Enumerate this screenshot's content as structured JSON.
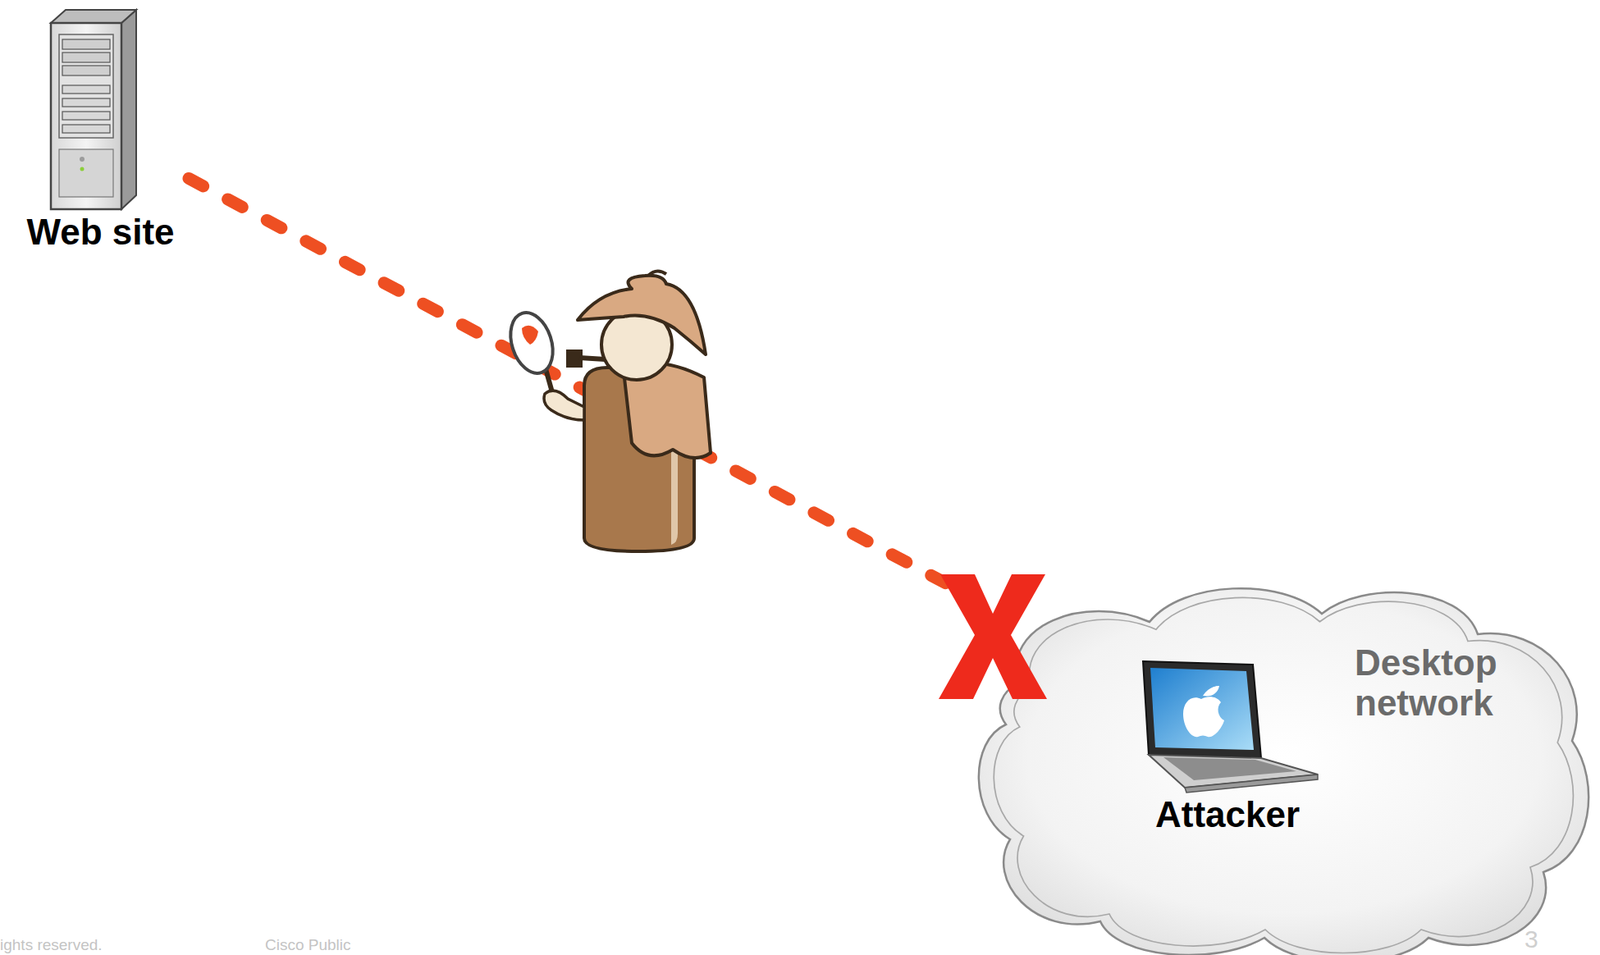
{
  "diagram": {
    "nodes": [
      {
        "text": [
          "Web site"
        ]
      },
      {
        "text": [
          "Desktop network"
        ]
      },
      {
        "text": [
          "Attacker"
        ],
        "in": 1
      }
    ],
    "edges": [
      {
        "from": 0,
        "to": 1,
        "arrow": "none"
      }
    ],
    "labels": [
      "ights reserved.",
      "Cisco Public",
      "3"
    ]
  }
}
